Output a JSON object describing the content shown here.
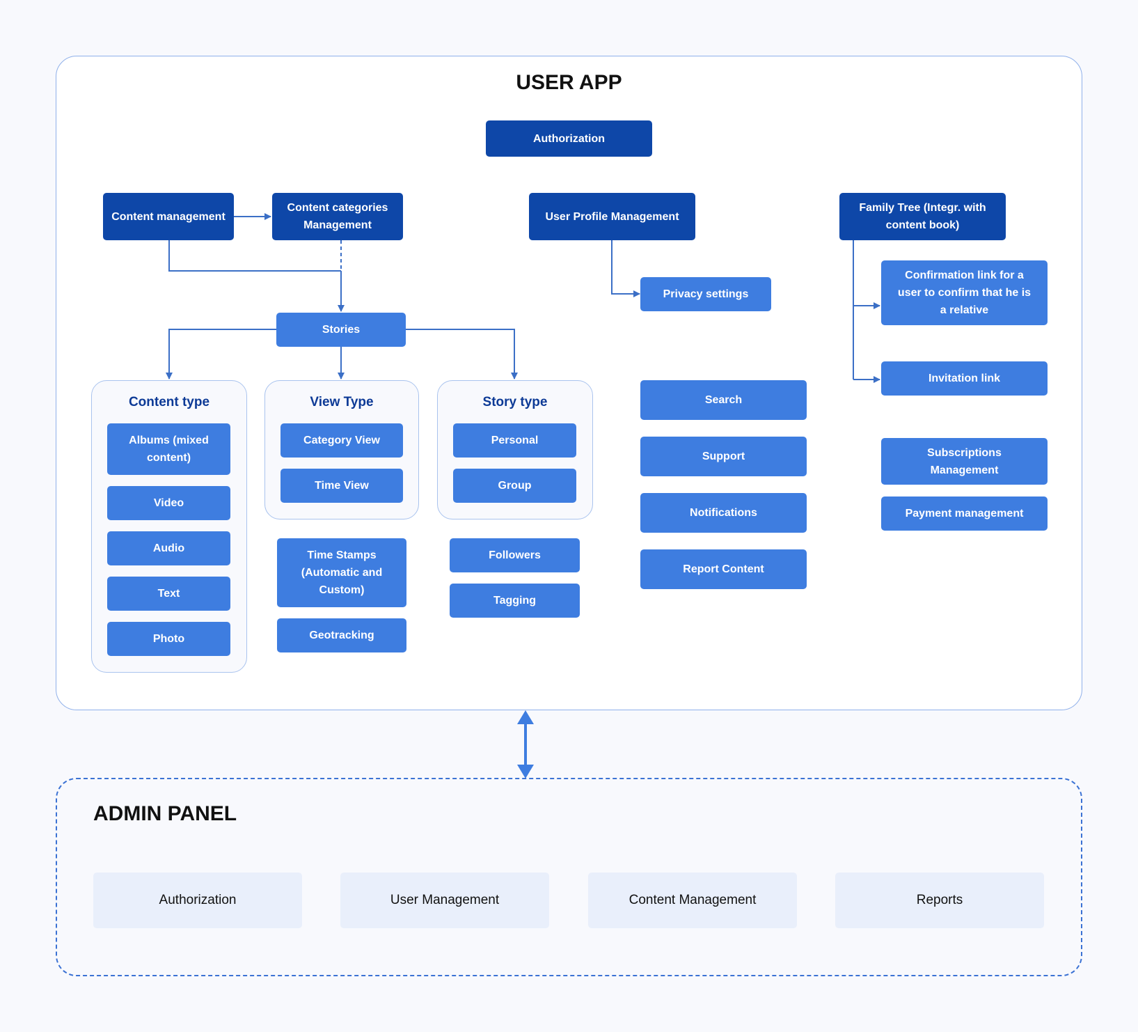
{
  "user_app": {
    "title": "USER APP",
    "authorization": "Authorization",
    "content_management": "Content management",
    "content_categories": "Content categories Management",
    "user_profile": "User Profile Management",
    "family_tree": "Family Tree (Integr. with content book)",
    "privacy_settings": "Privacy settings",
    "confirmation_link": "Confirmation link for a user to confirm that he is a relative",
    "invitation_link": "Invitation link",
    "stories": "Stories",
    "content_type": {
      "title": "Content type",
      "items": [
        "Albums (mixed content)",
        "Video",
        "Audio",
        "Text",
        "Photo"
      ]
    },
    "view_type": {
      "title": "View Type",
      "items": [
        "Category View",
        "Time View"
      ]
    },
    "story_type": {
      "title": "Story type",
      "items": [
        "Personal",
        "Group"
      ]
    },
    "time_stamps": "Time Stamps (Automatic and Custom)",
    "geotracking": "Geotracking",
    "followers": "Followers",
    "tagging": "Tagging",
    "misc": [
      "Search",
      "Support",
      "Notifications",
      "Report Content"
    ],
    "subscriptions": "Subscriptions Management",
    "payment": "Payment management"
  },
  "admin_panel": {
    "title": "ADMIN PANEL",
    "items": [
      "Authorization",
      "User Management",
      "Content Management",
      "Reports"
    ]
  },
  "colors": {
    "dark_box": "#0e47a8",
    "light_box": "#3e7de0",
    "connector": "#3b6fc6",
    "admin_box": "#e9effb"
  }
}
